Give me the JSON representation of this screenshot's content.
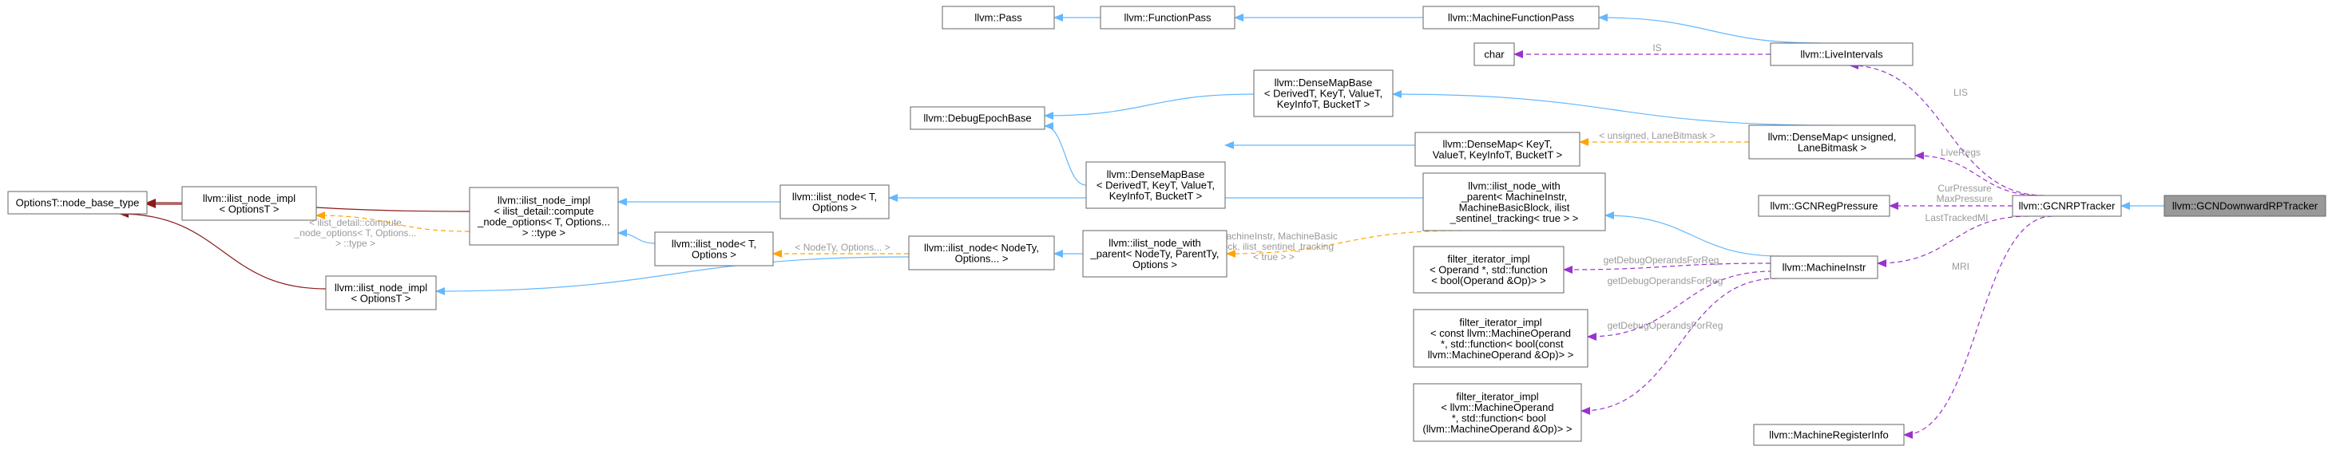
{
  "diagram": {
    "colors": {
      "inherit": "#63b8ff",
      "member": "#9a32cd",
      "template": "#ffa500",
      "base_dark": "#8b1a1a",
      "node_border": "#666666",
      "highlight_fill": "#999999",
      "edge_label": "#9a9a9a"
    },
    "nodes": [
      {
        "id": "pass",
        "lines": [
          "llvm::Pass"
        ]
      },
      {
        "id": "functionpass",
        "lines": [
          "llvm::FunctionPass"
        ]
      },
      {
        "id": "mfp",
        "lines": [
          "llvm::MachineFunctionPass"
        ]
      },
      {
        "id": "char",
        "lines": [
          "char"
        ]
      },
      {
        "id": "liveintervals",
        "lines": [
          "llvm::LiveIntervals"
        ]
      },
      {
        "id": "debugepoch",
        "lines": [
          "llvm::DebugEpochBase"
        ]
      },
      {
        "id": "densemapbase1",
        "lines": [
          "llvm::DenseMapBase",
          "< DerivedT, KeyT, ValueT,",
          "KeyInfoT, BucketT >"
        ]
      },
      {
        "id": "densemapbase2",
        "lines": [
          "llvm::DenseMapBase",
          "< DerivedT, KeyT, ValueT,",
          "KeyInfoT, BucketT >"
        ]
      },
      {
        "id": "densemap_tmpl",
        "lines": [
          "llvm::DenseMap< KeyT,",
          "ValueT, KeyInfoT, BucketT >"
        ]
      },
      {
        "id": "densemap_inst",
        "lines": [
          "llvm::DenseMap< unsigned,",
          "LaneBitmask >"
        ]
      },
      {
        "id": "optionsbase",
        "lines": [
          "OptionsT::node_base_type"
        ]
      },
      {
        "id": "ilist_impl_opt1",
        "lines": [
          "llvm::ilist_node_impl",
          "< OptionsT >"
        ]
      },
      {
        "id": "ilist_impl_opt2",
        "lines": [
          "llvm::ilist_node_impl",
          "< OptionsT >"
        ]
      },
      {
        "id": "ilist_impl_compute",
        "lines": [
          "llvm::ilist_node_impl",
          "< ilist_detail::compute",
          "_node_options< T, Options...",
          "> ::type >"
        ]
      },
      {
        "id": "ilist_node_T_top",
        "lines": [
          "llvm::ilist_node< T,",
          "Options >"
        ]
      },
      {
        "id": "ilist_node_T_mid",
        "lines": [
          "llvm::ilist_node< T,",
          "Options >"
        ]
      },
      {
        "id": "ilist_node_nodety",
        "lines": [
          "llvm::ilist_node< NodeTy,",
          "Options... >"
        ]
      },
      {
        "id": "ilist_with_parent_tmpl",
        "lines": [
          "llvm::ilist_node_with",
          "_parent< NodeTy, ParentTy,",
          "Options >"
        ]
      },
      {
        "id": "ilist_with_parent_inst",
        "lines": [
          "llvm::ilist_node_with",
          "_parent< MachineInstr,",
          "MachineBasicBlock, ilist",
          "_sentinel_tracking< true > >"
        ]
      },
      {
        "id": "filter_operand",
        "lines": [
          "filter_iterator_impl",
          "< Operand *, std::function",
          "< bool(Operand &Op)> >"
        ]
      },
      {
        "id": "filter_const",
        "lines": [
          "filter_iterator_impl",
          "< const llvm::MachineOperand",
          " *, std::function< bool(const",
          "llvm::MachineOperand &Op)> >"
        ]
      },
      {
        "id": "filter_mo",
        "lines": [
          "filter_iterator_impl",
          "< llvm::MachineOperand",
          " *, std::function< bool",
          "(llvm::MachineOperand &Op)> >"
        ]
      },
      {
        "id": "gcnregpressure",
        "lines": [
          "llvm::GCNRegPressure"
        ]
      },
      {
        "id": "machineinstr",
        "lines": [
          "llvm::MachineInstr"
        ]
      },
      {
        "id": "mri",
        "lines": [
          "llvm::MachineRegisterInfo"
        ]
      },
      {
        "id": "gcnrptracker",
        "lines": [
          "llvm::GCNRPTracker"
        ]
      },
      {
        "id": "gcndownward",
        "lines": [
          "llvm::GCNDownwardRPTracker"
        ],
        "highlight": true
      }
    ],
    "edges": [
      {
        "from": "functionpass",
        "to": "pass",
        "kind": "inherit"
      },
      {
        "from": "mfp",
        "to": "functionpass",
        "kind": "inherit"
      },
      {
        "from": "liveintervals",
        "to": "mfp",
        "kind": "inherit"
      },
      {
        "from": "liveintervals",
        "to": "char",
        "kind": "member",
        "label": [
          "IS"
        ]
      },
      {
        "from": "densemapbase1",
        "to": "debugepoch",
        "kind": "inherit"
      },
      {
        "from": "densemapbase2",
        "to": "debugepoch",
        "kind": "inherit"
      },
      {
        "from": "densemap_tmpl",
        "to": "densemapbase2",
        "kind": "inherit"
      },
      {
        "from": "densemap_inst",
        "to": "densemapbase1",
        "kind": "inherit"
      },
      {
        "from": "densemap_inst",
        "to": "densemap_tmpl",
        "kind": "template",
        "label": [
          "< unsigned, LaneBitmask >"
        ]
      },
      {
        "from": "ilist_impl_compute",
        "to": "optionsbase",
        "kind": "base"
      },
      {
        "from": "ilist_impl_opt1",
        "to": "optionsbase",
        "kind": "base"
      },
      {
        "from": "ilist_impl_opt2",
        "to": "optionsbase",
        "kind": "base"
      },
      {
        "from": "ilist_impl_compute",
        "to": "ilist_impl_opt1",
        "kind": "template",
        "label": [
          "< ilist_detail::compute",
          "_node_options< T, Options...",
          "> ::type >"
        ]
      },
      {
        "from": "ilist_node_T_top",
        "to": "ilist_impl_compute",
        "kind": "inherit"
      },
      {
        "from": "ilist_node_T_mid",
        "to": "ilist_impl_compute",
        "kind": "inherit"
      },
      {
        "from": "ilist_node_nodety",
        "to": "ilist_node_T_mid",
        "kind": "template",
        "label": [
          "< NodeTy, Options... >"
        ]
      },
      {
        "from": "ilist_node_nodety",
        "to": "ilist_impl_opt2",
        "kind": "inherit"
      },
      {
        "from": "ilist_with_parent_tmpl",
        "to": "ilist_node_nodety",
        "kind": "inherit"
      },
      {
        "from": "ilist_with_parent_inst",
        "to": "ilist_node_T_top",
        "kind": "inherit"
      },
      {
        "from": "ilist_with_parent_inst",
        "to": "ilist_with_parent_tmpl",
        "kind": "template",
        "label": [
          "< MachineInstr, MachineBasic",
          "Block, ilist_sentinel_tracking",
          "< true > >"
        ]
      },
      {
        "from": "machineinstr",
        "to": "ilist_with_parent_inst",
        "kind": "inherit"
      },
      {
        "from": "machineinstr",
        "to": "filter_operand",
        "kind": "member",
        "label": [
          "getDebugOperandsForReg"
        ]
      },
      {
        "from": "machineinstr",
        "to": "filter_const",
        "kind": "member",
        "label": [
          "getDebugOperandsForReg"
        ]
      },
      {
        "from": "machineinstr",
        "to": "filter_mo",
        "kind": "member",
        "label": [
          "getDebugOperandsForReg"
        ]
      },
      {
        "from": "gcnrptracker",
        "to": "liveintervals",
        "kind": "member",
        "label": [
          "LIS"
        ]
      },
      {
        "from": "gcnrptracker",
        "to": "densemap_inst",
        "kind": "member",
        "label": [
          "LiveRegs"
        ]
      },
      {
        "from": "gcnrptracker",
        "to": "gcnregpressure",
        "kind": "member",
        "label": [
          "CurPressure",
          "MaxPressure"
        ]
      },
      {
        "from": "gcnrptracker",
        "to": "machineinstr",
        "kind": "member",
        "label": [
          "LastTrackedMI"
        ]
      },
      {
        "from": "gcnrptracker",
        "to": "mri",
        "kind": "member",
        "label": [
          "MRI"
        ]
      },
      {
        "from": "gcndownward",
        "to": "gcnrptracker",
        "kind": "inherit"
      }
    ]
  }
}
